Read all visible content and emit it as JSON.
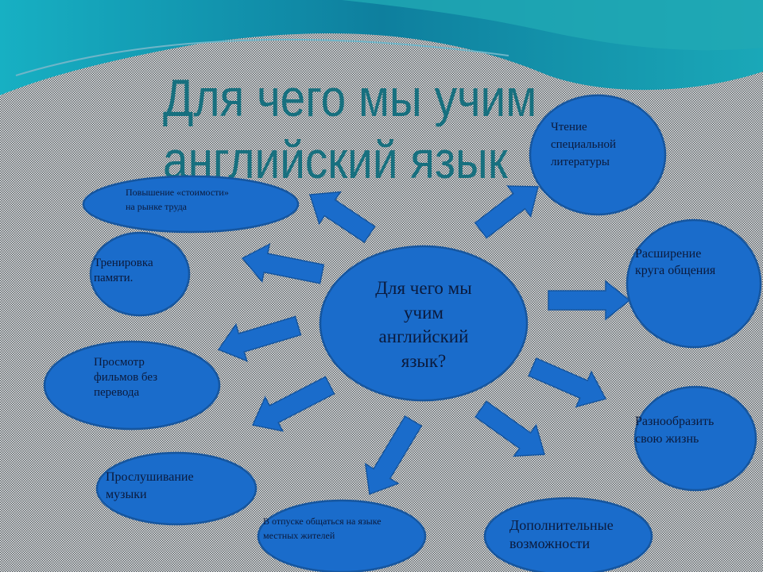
{
  "title": {
    "line1": "Для чего мы учим",
    "line2": "английский язык"
  },
  "center": {
    "line1": "Для чего мы",
    "line2": "учим",
    "line3": "английский",
    "line4": "язык?"
  },
  "nodes": {
    "salary": {
      "line1": "Повышение «стоимости»",
      "line2": "на рынке труда"
    },
    "memory": {
      "line1": "Тренировка",
      "line2": "памяти."
    },
    "films": {
      "line1": "Просмотр",
      "line2": "фильмов без",
      "line3": "перевода"
    },
    "music": {
      "line1": "Прослушивание",
      "line2": "музыки"
    },
    "vacation": {
      "line1": "В отпуске общаться на языке",
      "line2": "местных жителей"
    },
    "opportunities": {
      "line1": "Дополнительные",
      "line2": "возможности"
    },
    "diversify": {
      "line1": "Разнообразить",
      "line2": "свою жизнь"
    },
    "communication": {
      "line1": "Расширение",
      "line2": "круга общения"
    },
    "reading": {
      "line1": "Чтение",
      "line2": "специальной",
      "line3": "литературы"
    }
  },
  "colors": {
    "node_fill": "#1a6ccb",
    "node_stroke": "#16569f",
    "title": "#17707f",
    "wave": "#1596ad"
  }
}
